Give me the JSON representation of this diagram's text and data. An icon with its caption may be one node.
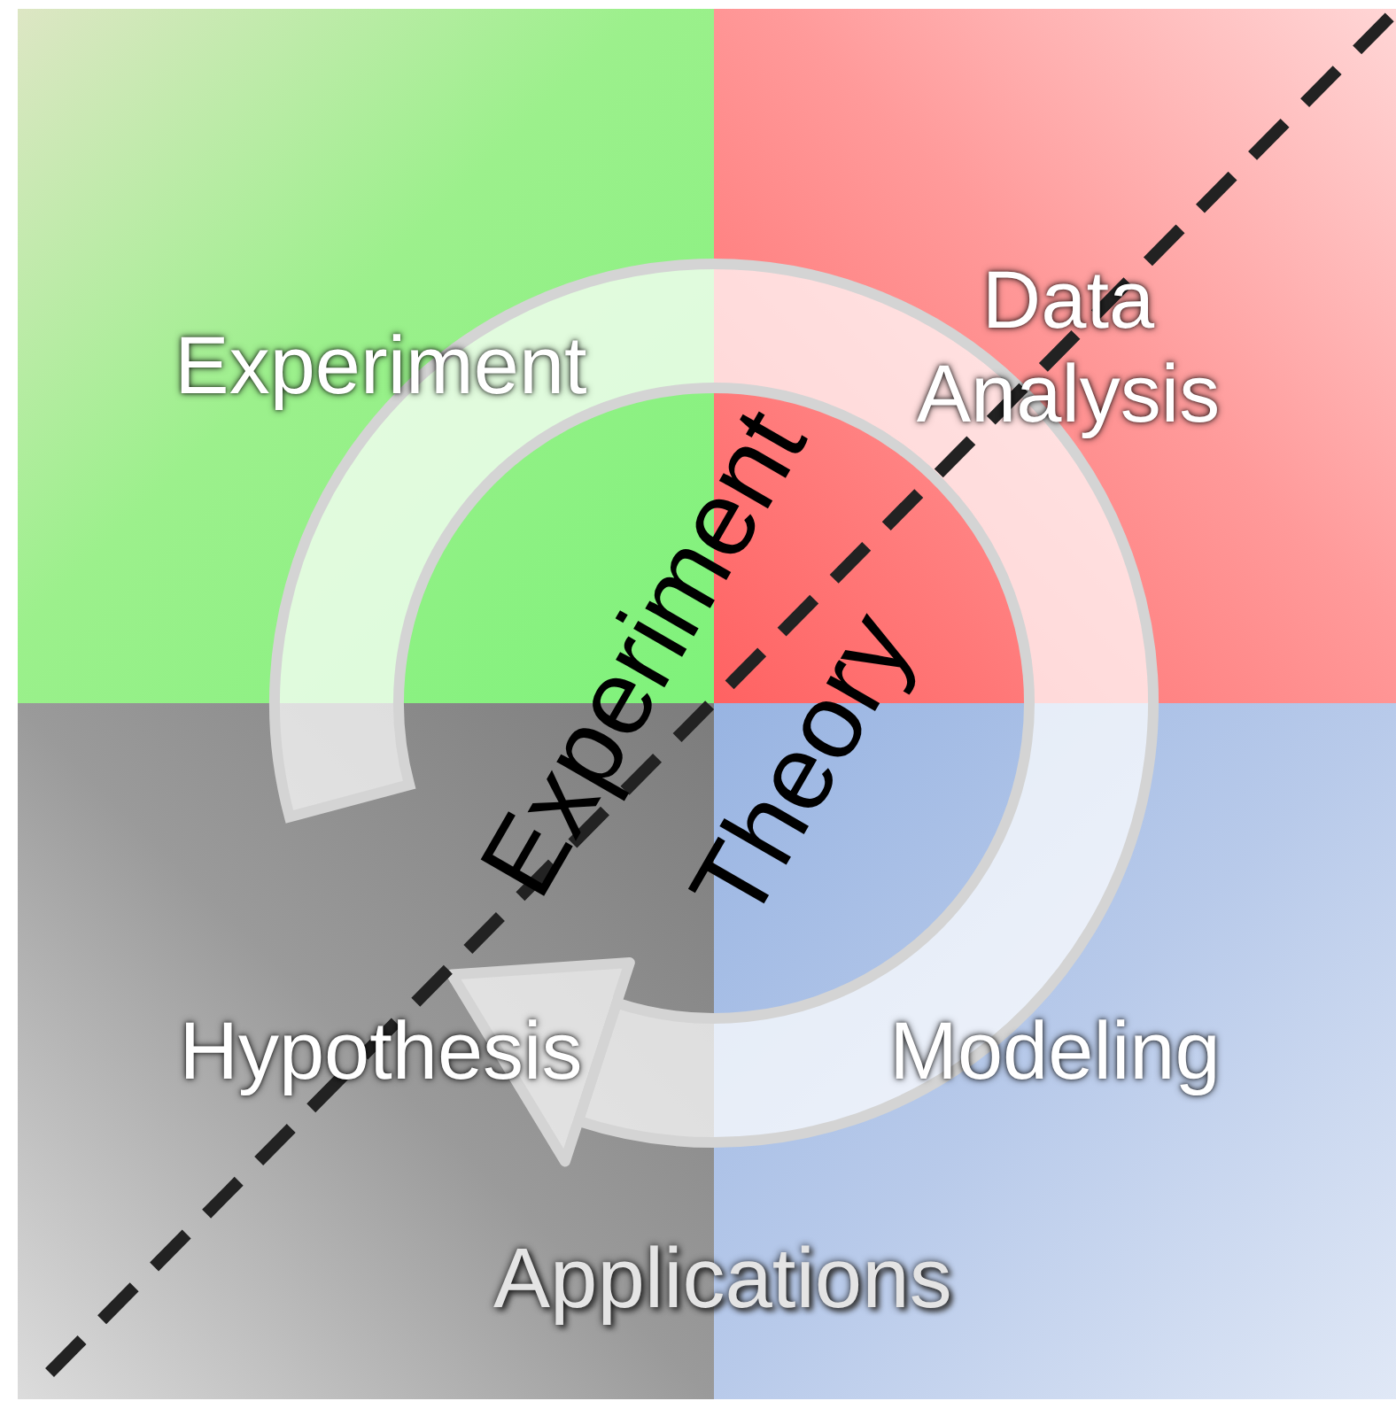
{
  "diagram": {
    "nodes": [
      {
        "text": [
          "Experiment"
        ]
      },
      {
        "text": [
          "Data Analysis"
        ]
      },
      {
        "text": [
          "Hypothesis"
        ]
      },
      {
        "text": [
          "Modeling"
        ]
      }
    ],
    "labels": [
      "Experiment",
      "Theory",
      "Applications"
    ]
  }
}
